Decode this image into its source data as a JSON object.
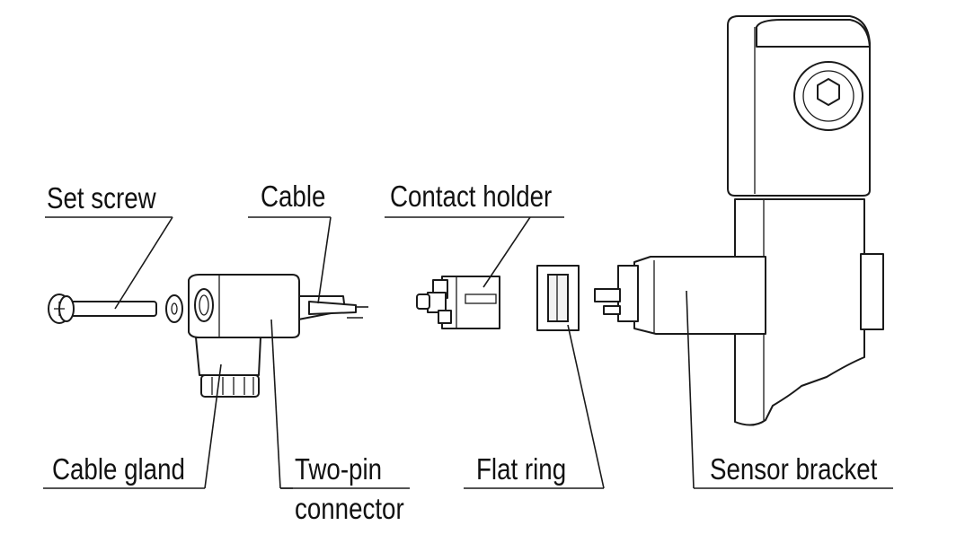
{
  "labels": {
    "set_screw": "Set screw",
    "cable": "Cable",
    "contact_holder": "Contact holder",
    "cable_gland": "Cable gland",
    "two_pin_line1": "Two-pin",
    "two_pin_line2": "connector",
    "flat_ring": "Flat ring",
    "sensor_bracket": "Sensor bracket"
  },
  "colors": {
    "line": "#1a1a1a",
    "background": "#ffffff"
  }
}
